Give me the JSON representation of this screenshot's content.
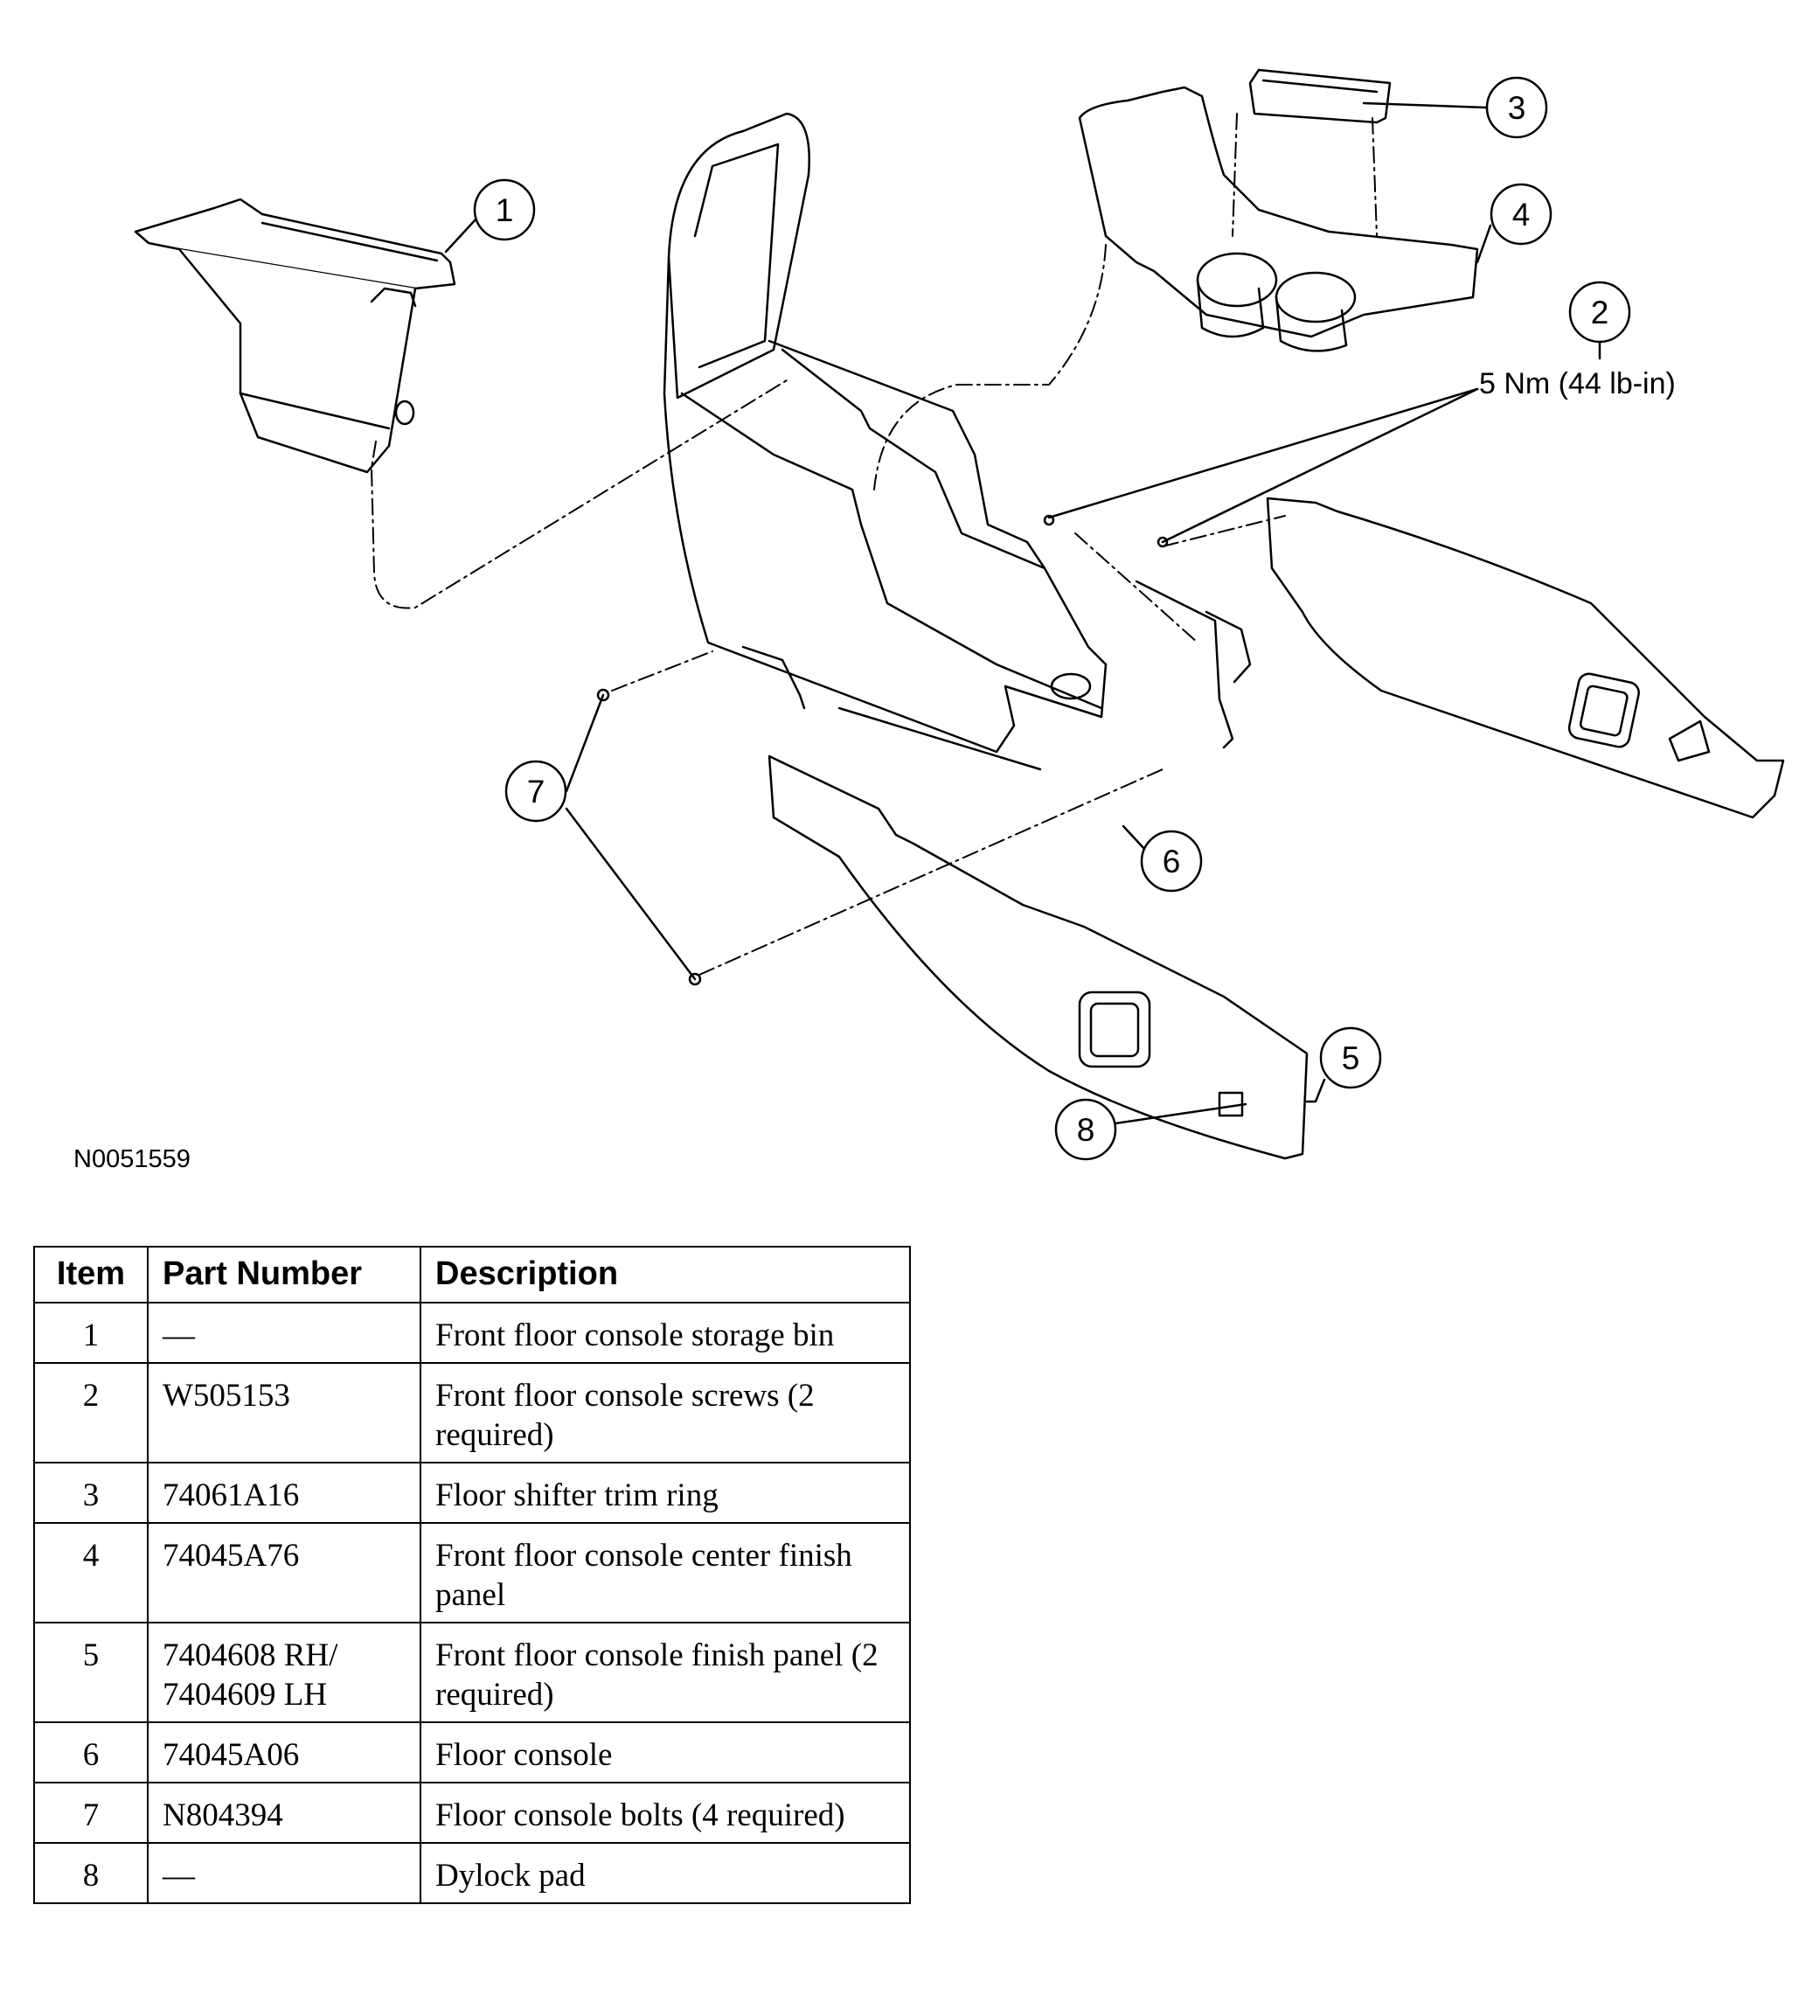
{
  "figure_id": "N0051559",
  "torque_spec": "5 Nm (44 lb-in)",
  "callouts": [
    "1",
    "2",
    "3",
    "4",
    "5",
    "6",
    "7",
    "8"
  ],
  "table": {
    "headers": [
      "Item",
      "Part Number",
      "Description"
    ],
    "rows": [
      {
        "item": "1",
        "part_number": "—",
        "description": "Front floor console storage bin"
      },
      {
        "item": "2",
        "part_number": "W505153",
        "description": "Front floor console screws (2 required)"
      },
      {
        "item": "3",
        "part_number": "74061A16",
        "description": "Floor shifter trim ring"
      },
      {
        "item": "4",
        "part_number": "74045A76",
        "description": "Front floor console center finish panel"
      },
      {
        "item": "5",
        "part_number": "7404608 RH/ 7404609 LH",
        "description": "Front floor console finish panel (2 required)"
      },
      {
        "item": "6",
        "part_number": "74045A06",
        "description": "Floor console"
      },
      {
        "item": "7",
        "part_number": "N804394",
        "description": "Floor console bolts (4 required)"
      },
      {
        "item": "8",
        "part_number": "—",
        "description": "Dylock pad"
      }
    ]
  }
}
